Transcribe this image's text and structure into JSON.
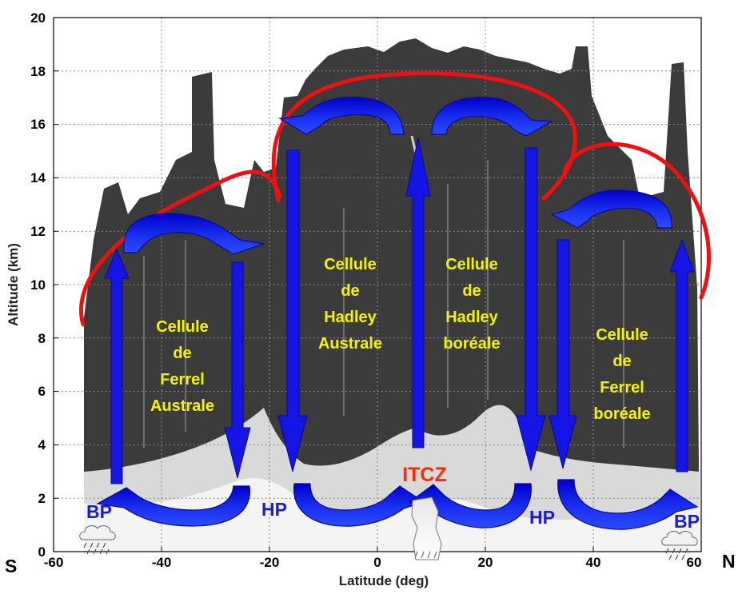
{
  "axes": {
    "x_title": "Latitude (deg)",
    "y_title": "Altitude (km)",
    "x_ticks": [
      "-60",
      "-40",
      "-20",
      "0",
      "20",
      "40",
      "60"
    ],
    "y_ticks": [
      "0",
      "2",
      "4",
      "6",
      "8",
      "10",
      "12",
      "14",
      "16",
      "18",
      "20"
    ],
    "xlim": [
      -60,
      60
    ],
    "ylim": [
      0,
      20
    ]
  },
  "edges": {
    "south": "S",
    "north": "N"
  },
  "cells": [
    {
      "id": "ferrel-south",
      "lines": [
        "Cellule",
        "de",
        "Ferrel",
        "Australe"
      ]
    },
    {
      "id": "hadley-south",
      "lines": [
        "Cellule",
        "de",
        "Hadley",
        "Australe"
      ]
    },
    {
      "id": "hadley-north",
      "lines": [
        "Cellule",
        "de",
        "Hadley",
        "boréale"
      ]
    },
    {
      "id": "ferrel-north",
      "lines": [
        "Cellule",
        "de",
        "Ferrel",
        "boréale"
      ]
    }
  ],
  "pressure_labels": {
    "bp_south": "BP",
    "hp_south": "HP",
    "hp_north": "HP",
    "bp_north": "BP"
  },
  "itcz": "ITCZ",
  "colors": {
    "arrow_blue": "#1515e6",
    "tropopause_red": "#ee1111",
    "cell_text": "#f5f500",
    "itcz_text": "#ff2a00",
    "cloud_echo": "#3b3b3b"
  }
}
